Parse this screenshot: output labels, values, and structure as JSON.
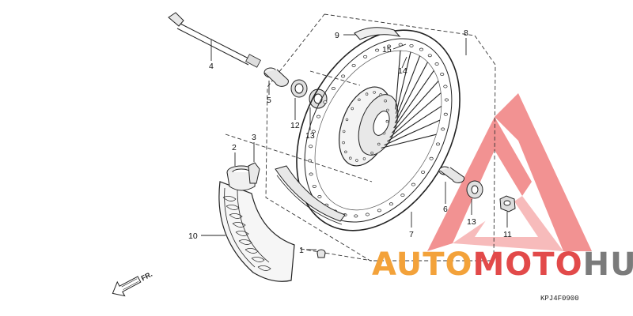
{
  "diagram": {
    "part_code": "KPJ4F0900",
    "front_arrow_label": "FR.",
    "callouts": [
      "1",
      "2",
      "3",
      "4",
      "5",
      "6",
      "7",
      "8",
      "9",
      "10",
      "11",
      "12",
      "13",
      "13",
      "14",
      "15"
    ]
  },
  "watermark": {
    "part1": "AUTO",
    "part2": "MOTO",
    "part3": "HUB",
    "colors": {
      "orange": "#f3a23a",
      "red": "#e24a4a",
      "gray": "#7b7b7b"
    }
  }
}
